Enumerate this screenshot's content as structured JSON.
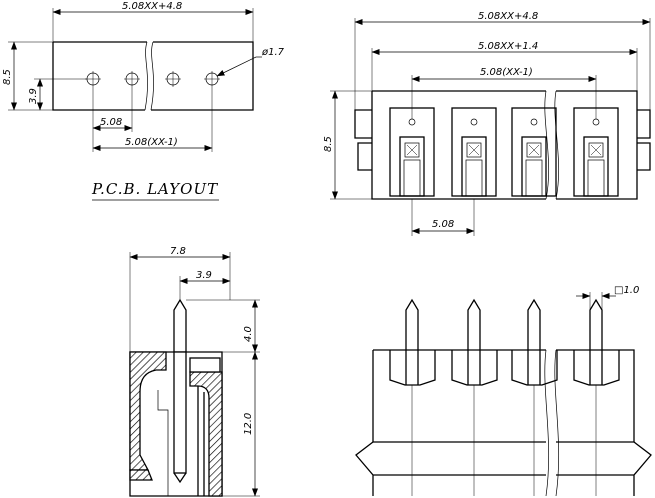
{
  "pcb_layout": {
    "title": "P.C.B.  LAYOUT",
    "dim_top": "5.08XX+4.8",
    "dim_height": "8.5",
    "dim_offset": "3.9",
    "dim_pitch": "5.08",
    "dim_span": "5.08(XX-1)",
    "dim_hole": "ø1.7"
  },
  "front_view": {
    "dim_top": "5.08XX+4.8",
    "dim_mid": "5.08XX+1.4",
    "dim_span": "5.08(XX-1)",
    "dim_height": "8.5",
    "dim_pitch": "5.08"
  },
  "side_view": {
    "dim_width": "7.8",
    "dim_offset": "3.9",
    "dim_pin": "4.0",
    "dim_body": "12.0"
  },
  "pin_view": {
    "dim_pin_square": "□1.0"
  }
}
